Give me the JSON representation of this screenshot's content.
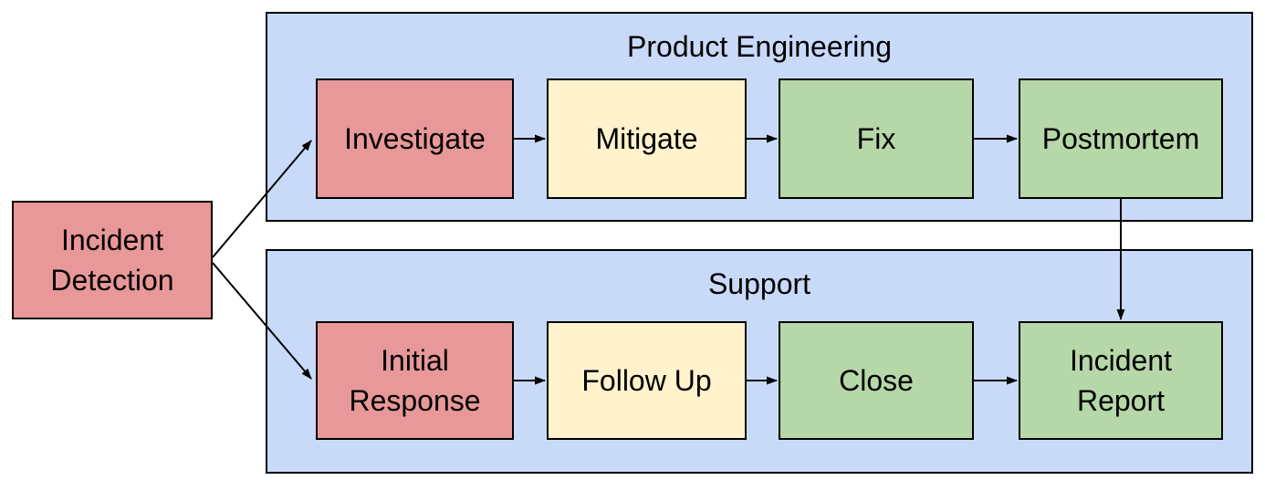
{
  "colors": {
    "background": "#FFFFFF",
    "group_fill": "#C9DAF8",
    "red_fill": "#E89898",
    "yellow_fill": "#FFF2CC",
    "green_fill": "#B6D7A8",
    "border": "#000000",
    "text": "#000000"
  },
  "groups": {
    "product_engineering": {
      "title": "Product Engineering"
    },
    "support": {
      "title": "Support"
    }
  },
  "nodes": {
    "incident_detection": {
      "label": "Incident\nDetection",
      "fill": "#E89898"
    },
    "investigate": {
      "label": "Investigate",
      "fill": "#E89898"
    },
    "mitigate": {
      "label": "Mitigate",
      "fill": "#FFF2CC"
    },
    "fix": {
      "label": "Fix",
      "fill": "#B6D7A8"
    },
    "postmortem": {
      "label": "Postmortem",
      "fill": "#B6D7A8"
    },
    "initial_response": {
      "label": "Initial\nResponse",
      "fill": "#E89898"
    },
    "follow_up": {
      "label": "Follow Up",
      "fill": "#FFF2CC"
    },
    "close": {
      "label": "Close",
      "fill": "#B6D7A8"
    },
    "incident_report": {
      "label": "Incident\nReport",
      "fill": "#B6D7A8"
    }
  },
  "edges": [
    {
      "from": "incident_detection",
      "to": "investigate"
    },
    {
      "from": "incident_detection",
      "to": "initial_response"
    },
    {
      "from": "investigate",
      "to": "mitigate"
    },
    {
      "from": "mitigate",
      "to": "fix"
    },
    {
      "from": "fix",
      "to": "postmortem"
    },
    {
      "from": "postmortem",
      "to": "incident_report"
    },
    {
      "from": "initial_response",
      "to": "follow_up"
    },
    {
      "from": "follow_up",
      "to": "close"
    },
    {
      "from": "close",
      "to": "incident_report"
    }
  ]
}
